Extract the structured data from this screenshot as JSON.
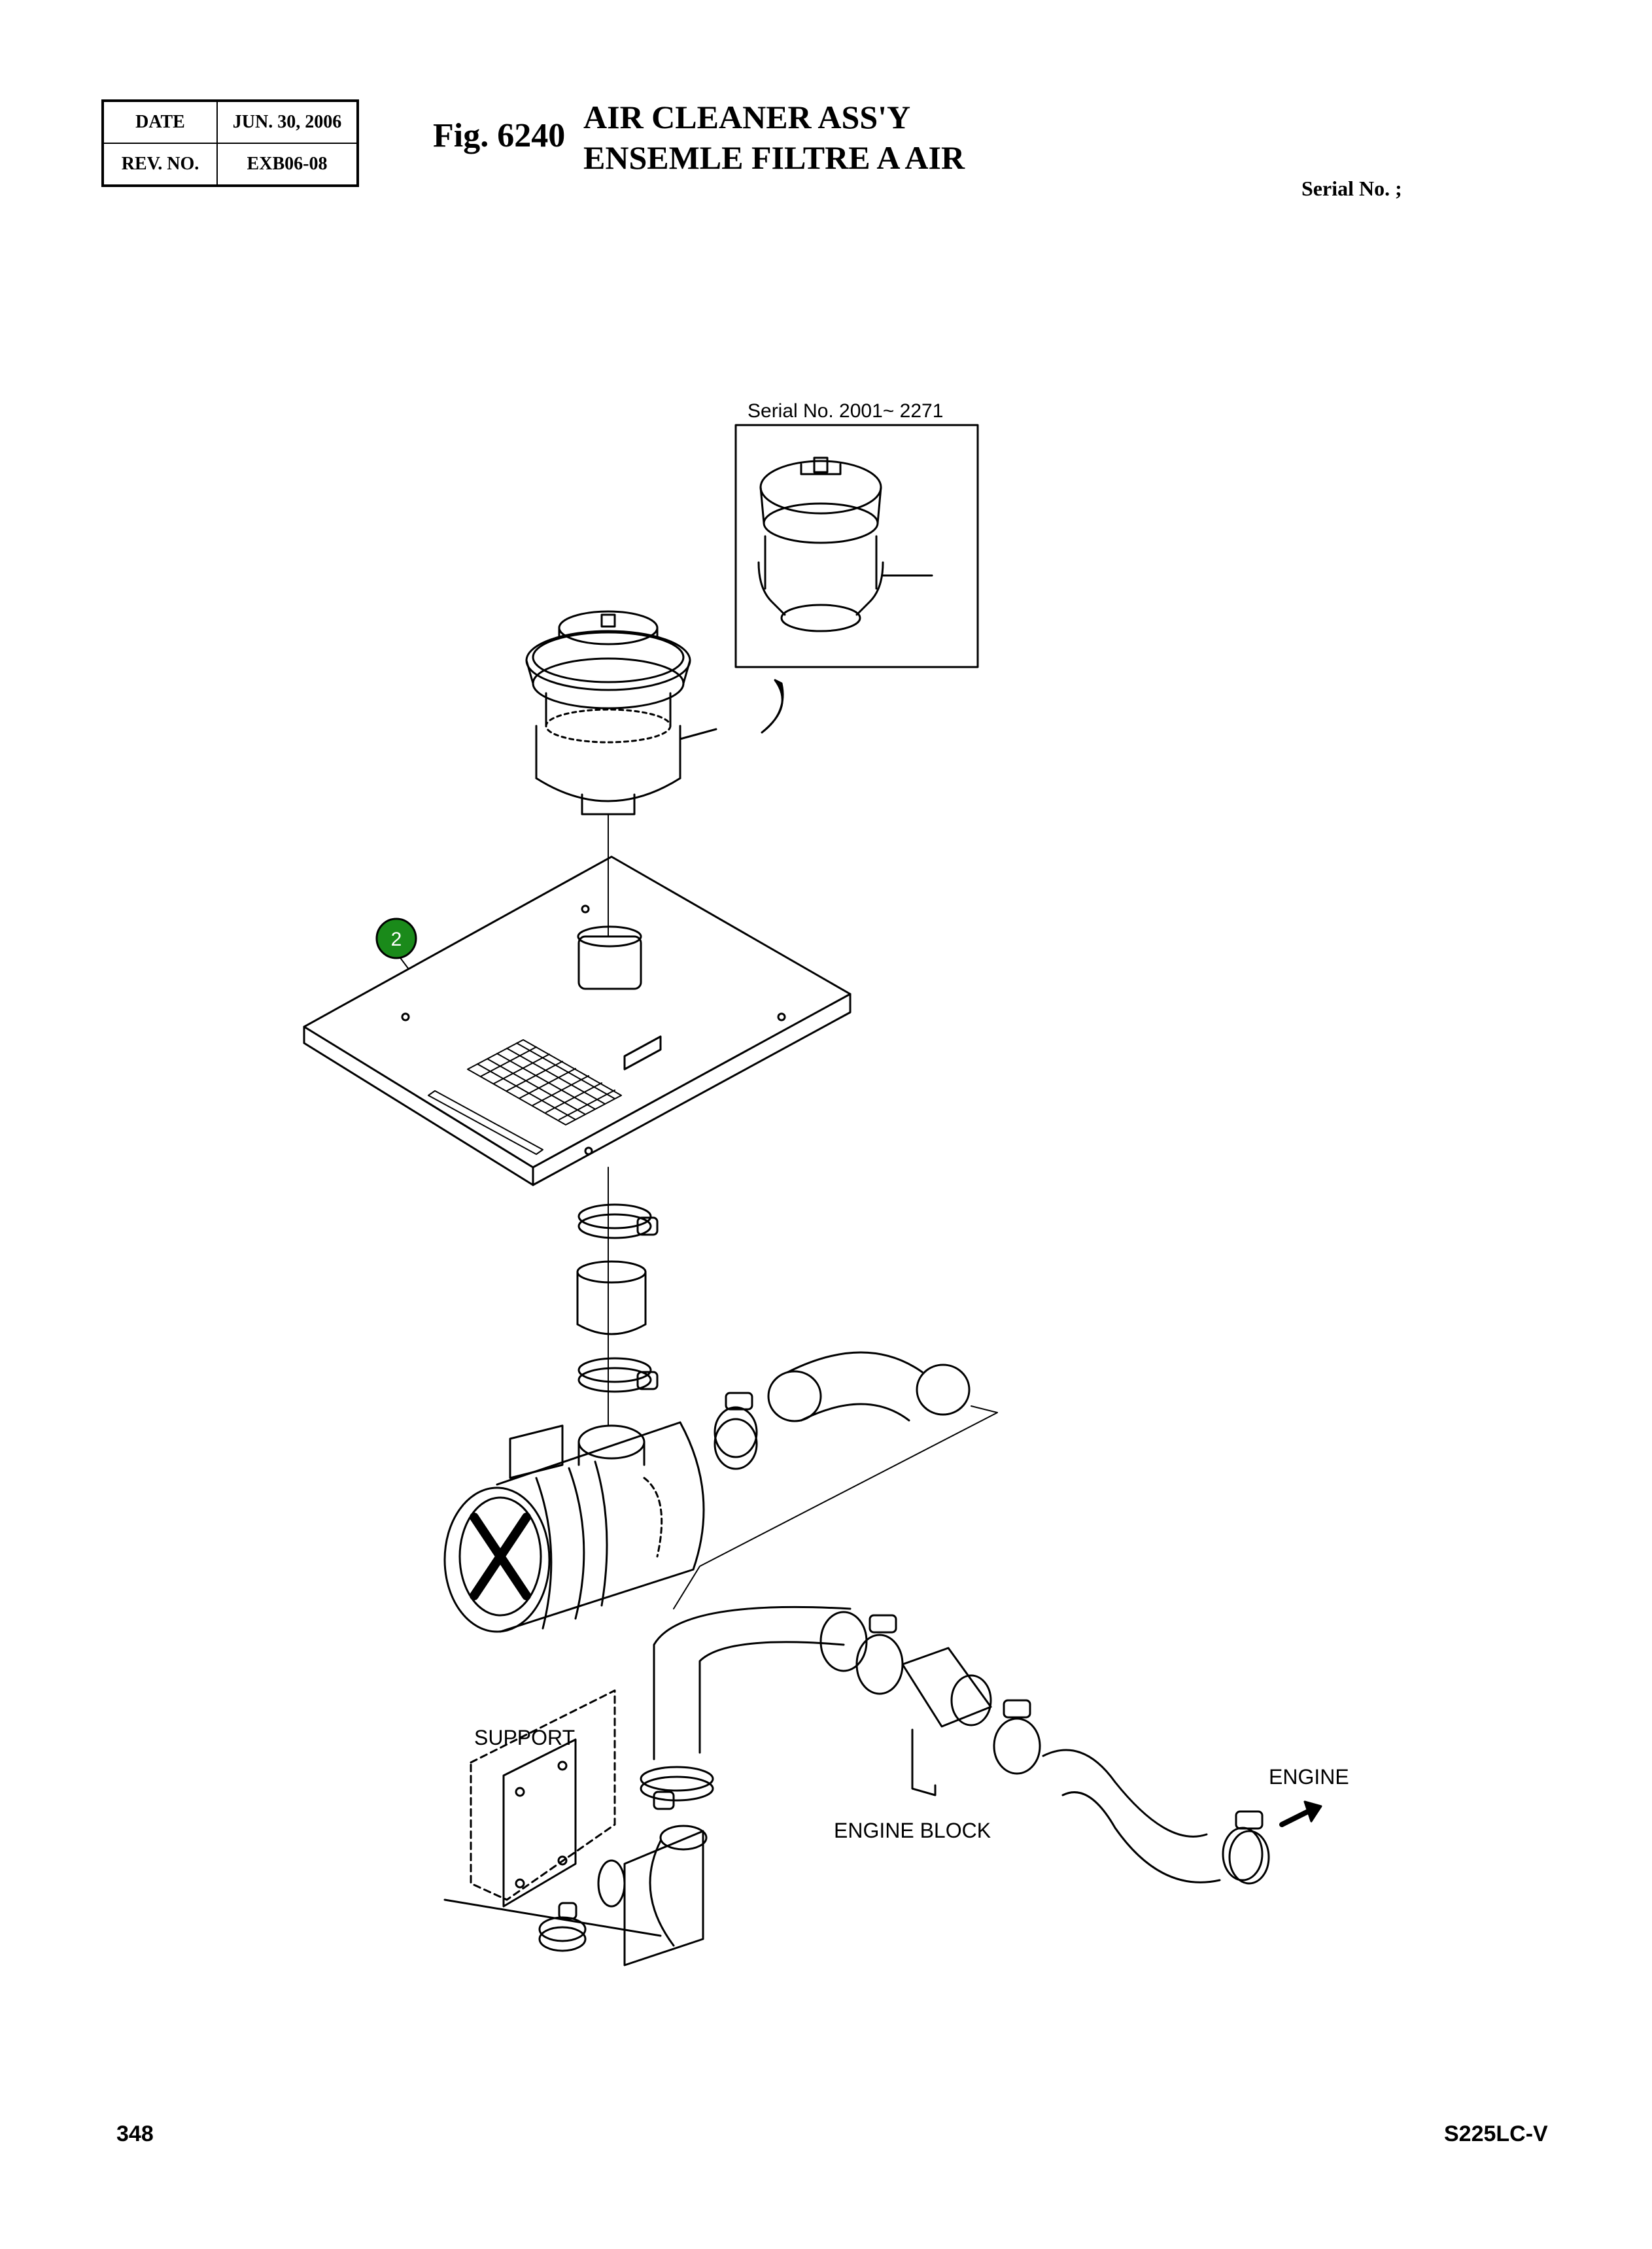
{
  "header": {
    "date_label": "DATE",
    "date_value": "JUN. 30, 2006",
    "rev_label": "REV. NO.",
    "rev_value": "EXB06-08",
    "fig": "Fig. 6240",
    "title_en": "AIR CLEANER ASS'Y",
    "title_fr": "ENSEMLE FILTRE A AIR",
    "serial": "Serial No. ;"
  },
  "diagram": {
    "inset_label": "Serial No. 2001~ 2271",
    "callout": "2",
    "label_support": "SUPPORT",
    "label_engine": "ENGINE",
    "label_engine_block": "ENGINE BLOCK"
  },
  "footer": {
    "page": "348",
    "model": "S225LC-V"
  },
  "colors": {
    "callout_fill": "#1a8a1a",
    "line": "#000000"
  }
}
